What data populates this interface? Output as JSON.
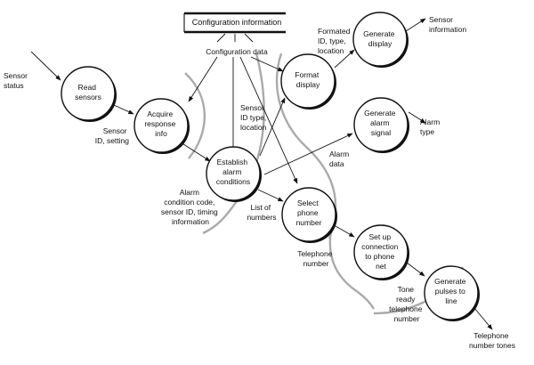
{
  "store": {
    "label": "Configuration information"
  },
  "nodes": {
    "read_sensors": [
      "Read",
      "sensors"
    ],
    "acquire_response": [
      "Acquire",
      "response",
      "info"
    ],
    "establish_alarm": [
      "Establish",
      "alarm",
      "conditions"
    ],
    "format_display": [
      "Format",
      "display"
    ],
    "generate_display": [
      "Generate",
      "display"
    ],
    "generate_alarm": [
      "Generate",
      "alarm",
      "signal"
    ],
    "select_phone": [
      "Select",
      "phone",
      "number"
    ],
    "setup_connection": [
      "Set up",
      "connection",
      "to phone",
      "net"
    ],
    "generate_pulses": [
      "Generate",
      "pulses to",
      "line"
    ]
  },
  "flows": {
    "configuration_data": [
      "Configuration data"
    ],
    "sensor_status": [
      "Sensor",
      "status"
    ],
    "sensor_id_setting": [
      "Sensor",
      "ID, setting"
    ],
    "sensor_id_type_location": [
      "Sensor",
      "ID type,",
      "location"
    ],
    "formated_id": [
      "Formated",
      "ID, type,",
      "location"
    ],
    "sensor_information": [
      "Sensor",
      "information"
    ],
    "alarm_type": [
      "Alarm",
      "type"
    ],
    "alarm_data": [
      "Alarm",
      "data"
    ],
    "alarm_condition_code": [
      "Alarm",
      "condition code,",
      "sensor ID, timing",
      "information"
    ],
    "list_of_numbers": [
      "List of",
      "numbers"
    ],
    "telephone_number": [
      "Telephone",
      "number"
    ],
    "tone_ready": [
      "Tone",
      "ready",
      "telephone",
      "number"
    ],
    "telephone_number_tones": [
      "Telephone",
      "number tones"
    ]
  }
}
